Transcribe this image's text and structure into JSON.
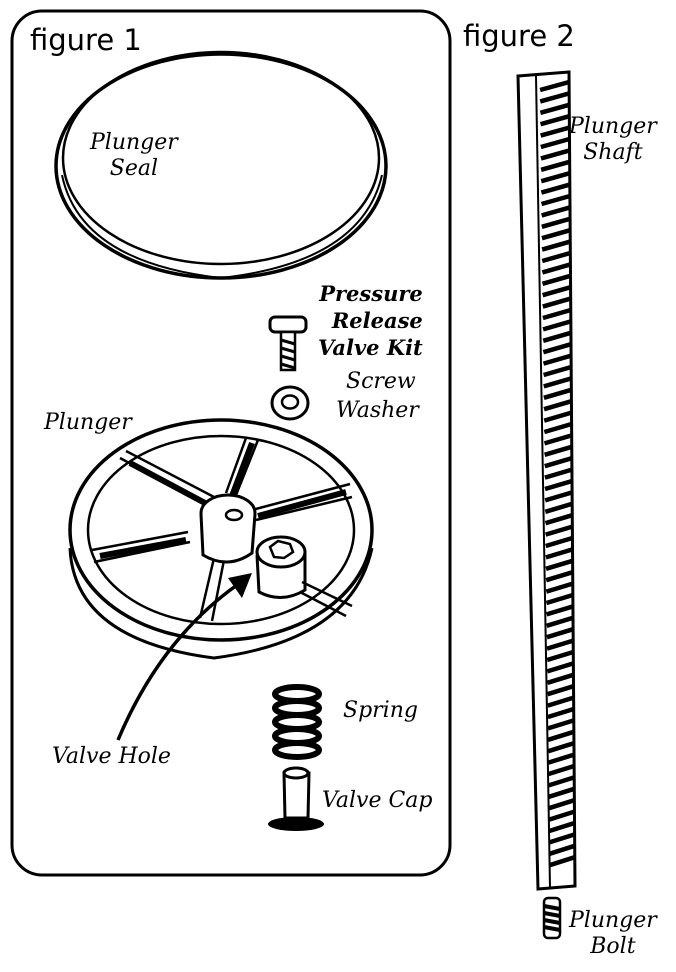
{
  "figure1": {
    "title": "figure 1",
    "labels": {
      "plunger_seal": [
        "Plunger",
        "Seal"
      ],
      "kit": [
        "Pressure",
        "Release",
        "Valve Kit"
      ],
      "screw": "Screw",
      "washer": "Washer",
      "plunger": "Plunger",
      "valve_hole": "Valve Hole",
      "spring": "Spring",
      "valve_cap": "Valve Cap"
    }
  },
  "figure2": {
    "title": "figure 2",
    "labels": {
      "plunger_shaft": [
        "Plunger",
        "Shaft"
      ],
      "plunger_bolt": [
        "Plunger",
        "Bolt"
      ]
    }
  }
}
